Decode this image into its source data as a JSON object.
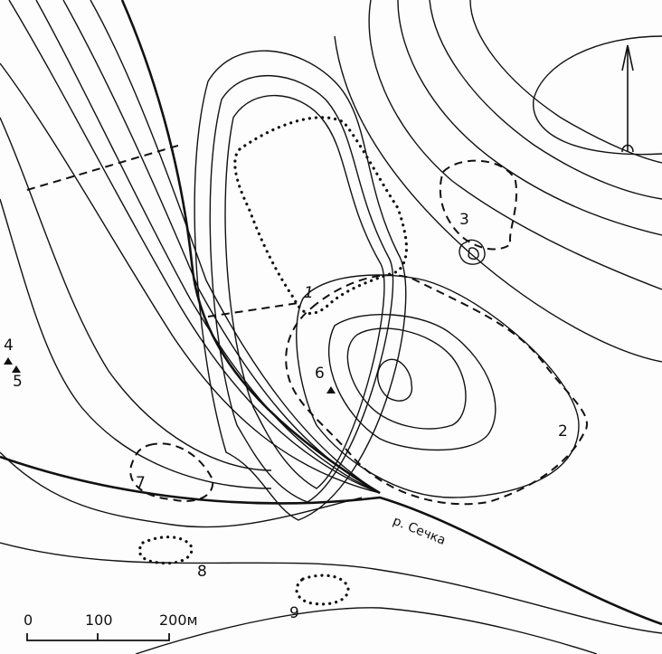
{
  "map": {
    "sites": [
      {
        "number": "1",
        "marker": "dotted-outline"
      },
      {
        "number": "2",
        "marker": "dashed-outline"
      },
      {
        "number": "3",
        "marker": "dashed-outline"
      },
      {
        "number": "4",
        "marker": "triangle"
      },
      {
        "number": "5",
        "marker": "triangle"
      },
      {
        "number": "6",
        "marker": "triangle"
      },
      {
        "number": "7",
        "marker": "dashed-outline"
      },
      {
        "number": "8",
        "marker": "dotted-outline"
      },
      {
        "number": "9",
        "marker": "dotted-outline"
      }
    ],
    "river_label": "р. Сечка",
    "north_arrow": "north-arrow-icon",
    "scale": {
      "zero": "0",
      "mid": "100",
      "end": "200м"
    }
  }
}
